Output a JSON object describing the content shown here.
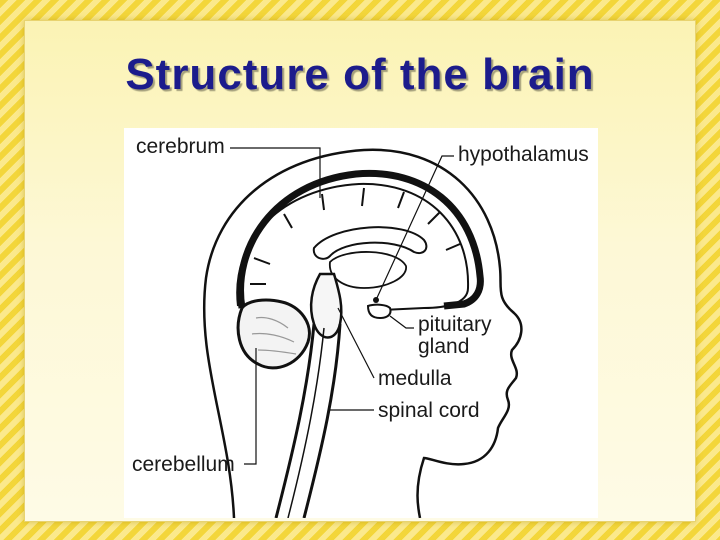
{
  "slide": {
    "title": "Structure of the brain"
  },
  "diagram": {
    "labels": {
      "cerebrum": "cerebrum",
      "hypothalamus": "hypothalamus",
      "pituitary_line1": "pituitary",
      "pituitary_line2": "gland",
      "medulla": "medulla",
      "spinal_cord": "spinal cord",
      "cerebellum": "cerebellum"
    }
  },
  "colors": {
    "title": "#1c1c8c",
    "panel": "#fdf8d6",
    "border_stripe": "#f3d63a"
  }
}
